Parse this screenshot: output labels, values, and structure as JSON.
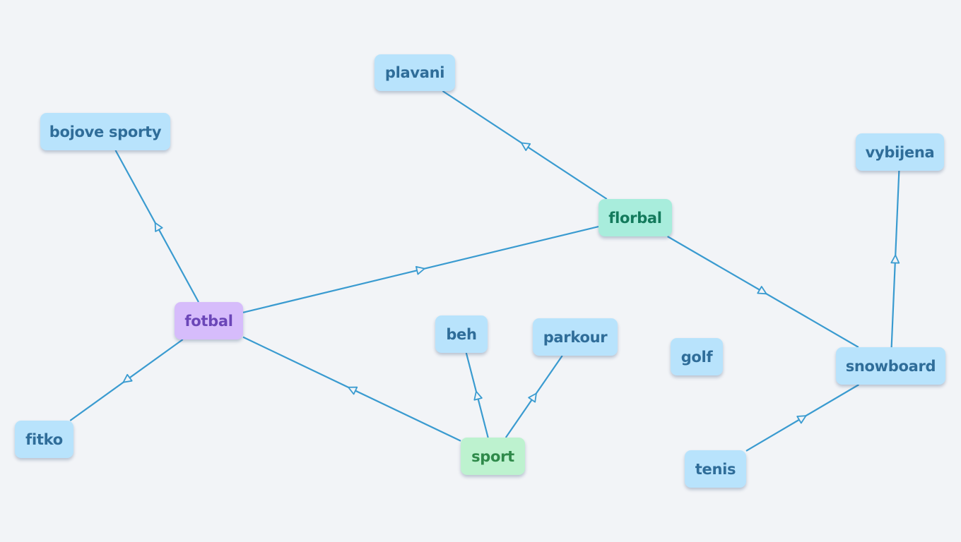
{
  "diagram": {
    "edge_color": "#3a9bd0",
    "nodes": [
      {
        "id": "plavani",
        "label": "plavani",
        "style": "default"
      },
      {
        "id": "bojove",
        "label": "bojove sporty",
        "style": "default"
      },
      {
        "id": "vybijena",
        "label": "vybijena",
        "style": "default"
      },
      {
        "id": "florbal",
        "label": "florbal",
        "style": "teal"
      },
      {
        "id": "fotbal",
        "label": "fotbal",
        "style": "purple"
      },
      {
        "id": "beh",
        "label": "beh",
        "style": "default"
      },
      {
        "id": "parkour",
        "label": "parkour",
        "style": "default"
      },
      {
        "id": "golf",
        "label": "golf",
        "style": "default"
      },
      {
        "id": "snowboard",
        "label": "snowboard",
        "style": "default"
      },
      {
        "id": "fitko",
        "label": "fitko",
        "style": "default"
      },
      {
        "id": "sport",
        "label": "sport",
        "style": "green"
      },
      {
        "id": "tenis",
        "label": "tenis",
        "style": "default"
      }
    ],
    "edges": [
      {
        "from": "florbal",
        "to": "plavani"
      },
      {
        "from": "fotbal",
        "to": "bojove"
      },
      {
        "from": "fotbal",
        "to": "florbal"
      },
      {
        "from": "florbal",
        "to": "snowboard"
      },
      {
        "from": "snowboard",
        "to": "vybijena"
      },
      {
        "from": "fotbal",
        "to": "fitko"
      },
      {
        "from": "sport",
        "to": "fotbal"
      },
      {
        "from": "sport",
        "to": "beh"
      },
      {
        "from": "sport",
        "to": "parkour"
      },
      {
        "from": "tenis",
        "to": "snowboard"
      }
    ]
  }
}
